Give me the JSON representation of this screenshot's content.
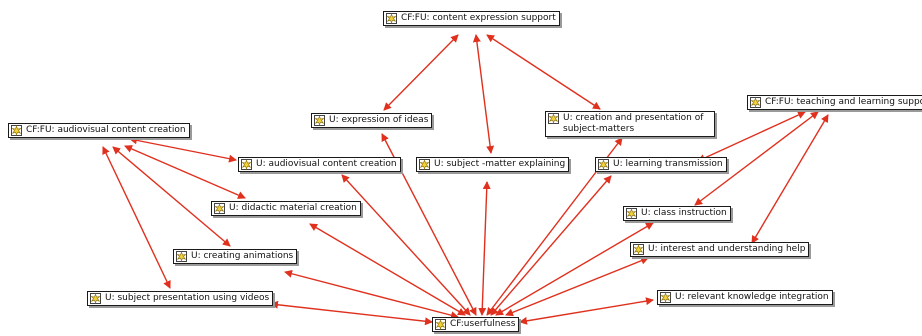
{
  "colors": {
    "edge": "#e0301e",
    "node_border": "#1a1a1a",
    "icon_fill": "#f2d23a"
  },
  "nodes": {
    "content_expression": "CF:FU: content expression support",
    "teaching_learning": "CF:FU: teaching and learning support",
    "audiovisual_cf": "CF:FU: audiovisual content creation",
    "expression_ideas": "U: expression of ideas",
    "creation_presentation": "U: creation and presentation of subject-matters",
    "audiovisual_u": "U: audiovisual content creation",
    "subject_matter": "U: subject -matter explaining",
    "learning_transmission": "U: learning transmission",
    "didactic": "U: didactic material creation",
    "class_instruction": "U: class instruction",
    "animations": "U: creating animations",
    "interest": "U: interest and understanding help",
    "videos": "U: subject presentation using videos",
    "knowledge_integration": "U: relevant  knowledge integration",
    "usefulness": "CF:userfulness"
  },
  "icon_name": "code-family-icon"
}
